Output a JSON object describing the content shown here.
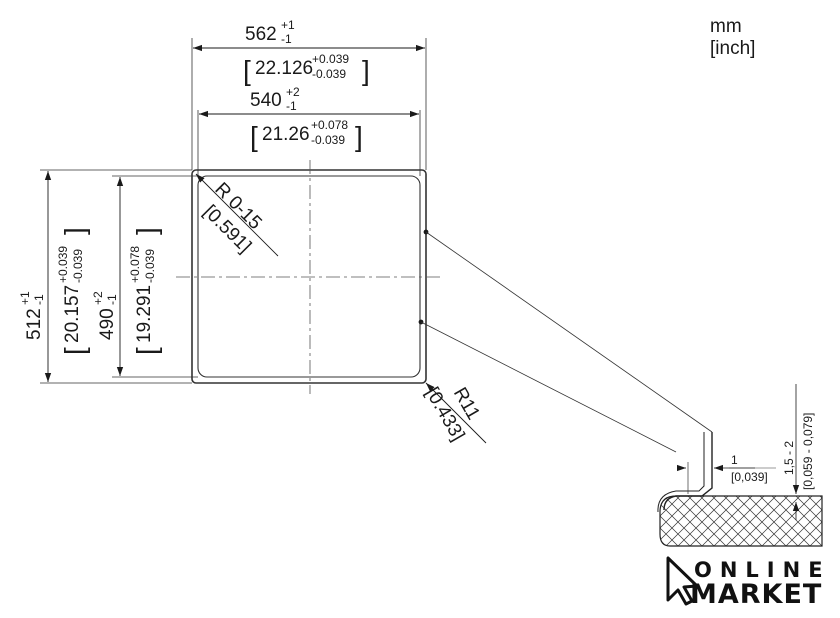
{
  "units": {
    "mm": "mm",
    "inch": "[inch]"
  },
  "width_outer": {
    "value": "562",
    "tol_upper": "+1",
    "tol_lower": "-1",
    "inch_value": "22.126",
    "inch_upper": "+0.039",
    "inch_lower": "-0.039"
  },
  "width_inner": {
    "value": "540",
    "tol_upper": "+2",
    "tol_lower": "-1",
    "inch_value": "21.26",
    "inch_upper": "+0.078",
    "inch_lower": "-0.039"
  },
  "height_outer": {
    "value": "512",
    "tol_upper": "+1",
    "tol_lower": "-1",
    "inch_value": "20.157",
    "inch_upper": "+0.039",
    "inch_lower": "-0.039"
  },
  "height_inner": {
    "value": "490",
    "tol_upper": "+2",
    "tol_lower": "-1",
    "inch_value": "19.291",
    "inch_upper": "+0.078",
    "inch_lower": "-0.039"
  },
  "radius_inner": {
    "label": "R 0-15",
    "inch": "[0.591]"
  },
  "radius_outer": {
    "label": "R11",
    "inch": "[0.433]"
  },
  "gap": {
    "value": "1",
    "inch": "[0,039]"
  },
  "thickness": {
    "value": "1,5 - 2",
    "inch": "[0,059 - 0,079]"
  },
  "logo": {
    "line1": "ONLINE",
    "line2": "MARKET"
  }
}
